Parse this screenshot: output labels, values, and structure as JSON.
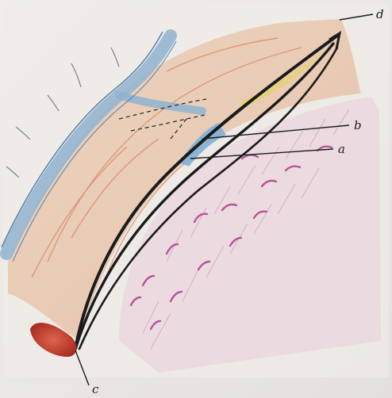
{
  "figure": {
    "labels": {
      "a": "a",
      "b": "b",
      "c": "c",
      "d": "d"
    },
    "colors": {
      "paper": "#eeebe7",
      "skin": "#e9c3a5",
      "red_lines": "#d98a6b",
      "blue": "#8fb3cf",
      "tissue_pink": "#d9a8c4",
      "tissue_violet": "#b9539a",
      "outline": "#1b1b1b",
      "yellow": "#e6d27a",
      "red_end": "#c0392b"
    }
  }
}
